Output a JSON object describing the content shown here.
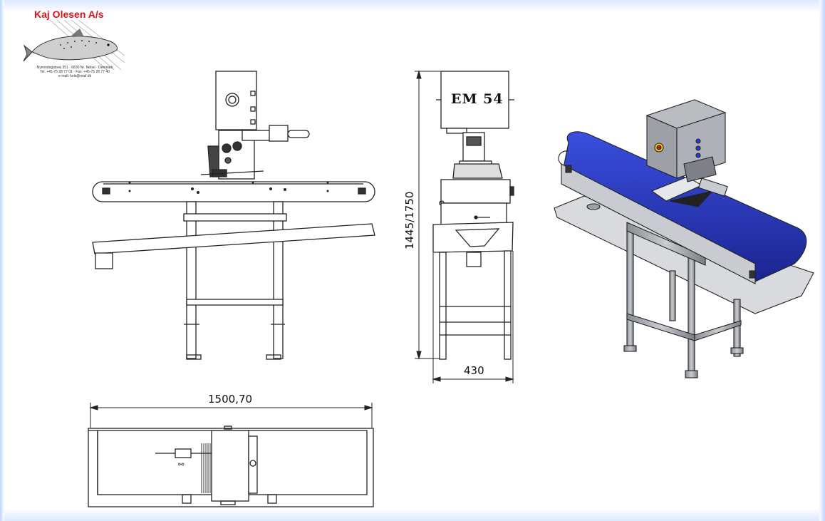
{
  "logo": {
    "company": "Kaj Olesen A/s",
    "address": "Nymindegabvej 351 · 6830 Nr. Nebel · Denmark",
    "phone_fax": "Tel. +45-75 28 77 01 · Fax. +45-75 28 77 40",
    "email": "e-mail: kols@mail.dk",
    "emblem": "salmon-fish-icon"
  },
  "dimensions": {
    "width": "1500,70",
    "height": "1445/1750",
    "depth": "430"
  },
  "machine": {
    "model": "EM 54",
    "belt_color": "#1f2fae"
  },
  "views": [
    "front-view",
    "side-view",
    "top-view",
    "isometric-view"
  ]
}
